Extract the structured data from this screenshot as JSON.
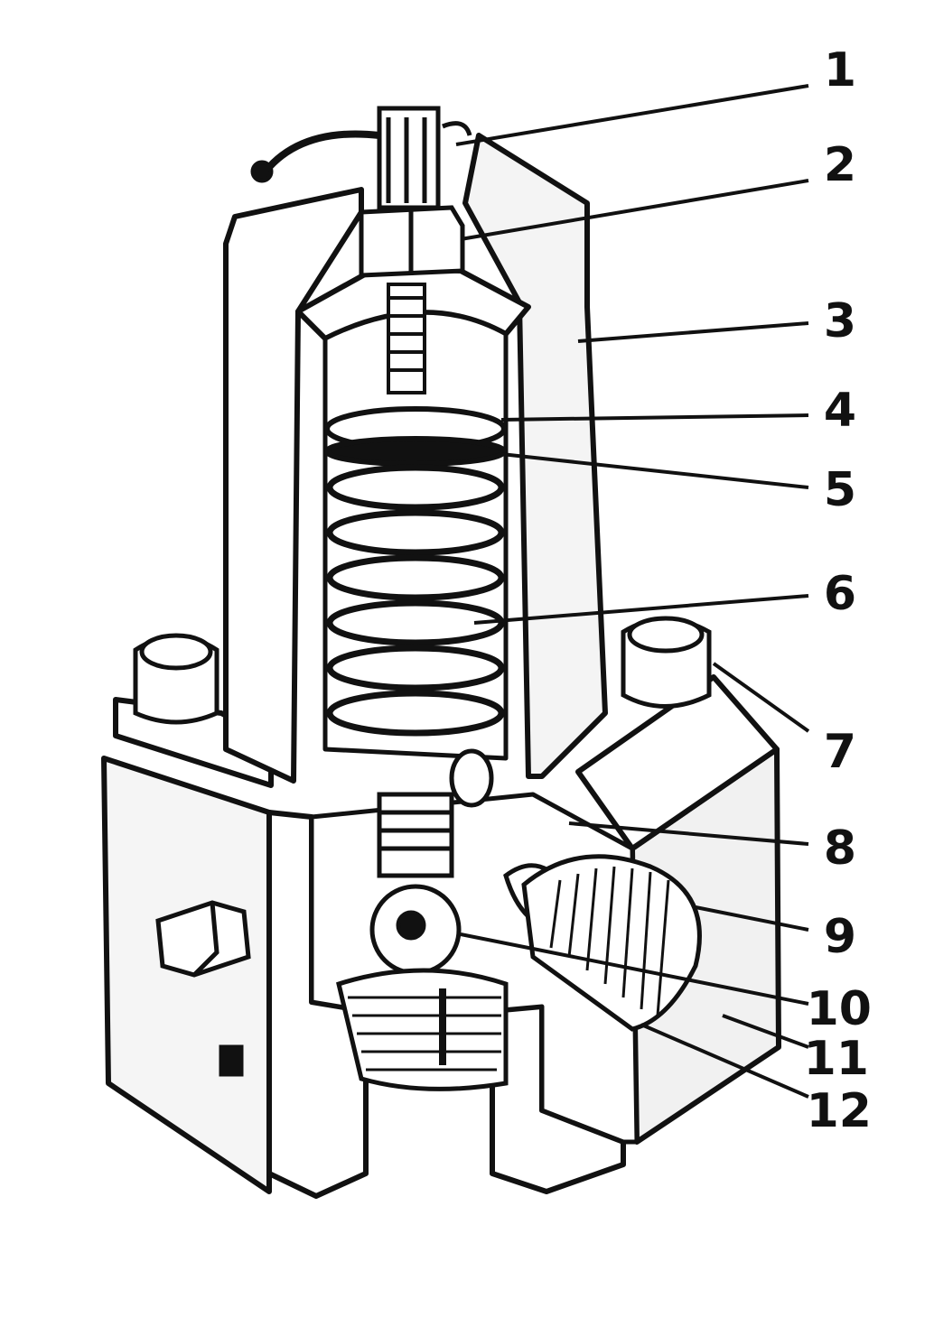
{
  "diagram": {
    "colors": {
      "ink": "#111111",
      "paper": "#ffffff",
      "shade": "#f1f1f1"
    },
    "callouts": [
      {
        "label": "1"
      },
      {
        "label": "2"
      },
      {
        "label": "3"
      },
      {
        "label": "4"
      },
      {
        "label": "5"
      },
      {
        "label": "6"
      },
      {
        "label": "7"
      },
      {
        "label": "8"
      },
      {
        "label": "9"
      },
      {
        "label": "10"
      },
      {
        "label": "11"
      },
      {
        "label": "12"
      }
    ]
  }
}
